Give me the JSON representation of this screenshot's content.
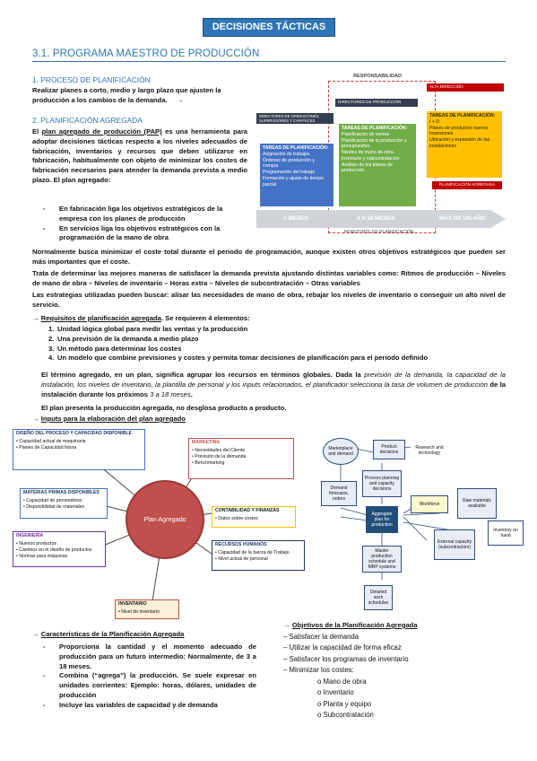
{
  "header": {
    "title": "DECISIONES TÁCTICAS",
    "section": "3.1. PROGRAMA MAESTRO DE PRODUCCIÓN"
  },
  "s1": {
    "heading": "1. PROCESO DE PLANIFICACIÓN",
    "text": "Realizar planes a corto, medio y largo plazo que ajusten la producción a los cambios de la demanda.",
    "arrow": "→"
  },
  "s2": {
    "heading": "2. PLANIFICACIÓN AGREGADA",
    "intro_a": "El ",
    "intro_u": "plan agregado de producción (PAP)",
    "intro_b": " es una herramienta para adoptar decisiones tácticas respecto a los niveles adecuados de fabricación, inventarios y recursos que deben utilizarse en fabricación, habitualmente con objeto de minimizar los costes de fabricación necesarios para atender la demanda prevista a medio plazo. El plan agregado:",
    "bullets": [
      "En fabricación liga los objetivos estratégicos de la empresa con los planes de producción",
      "En servicios liga los objetivos estratégicos con la programación de la mano de obra"
    ],
    "p1": "Normalmente busca minimizar el coste total durante el periodo de programación, aunque existen otros objetivos estratégicos que pueden ser más importantes que el coste.",
    "p2": "Trata de determinar las mejores maneras de satisfacer la demanda prevista ajustando distintas variables como: Ritmos de producción – Niveles de mano de obra – Niveles de inventario – Horas extra – Niveles de subcontratación – Otras variables",
    "p3": "Las estrategias utilizadas pueden buscar: alisar las necesidades de mano de obra, rebajar los niveles de inventario o conseguir un alto nivel de servicio.",
    "req_arrow": "→ ",
    "req_title": "Requisitos de planificación agregada",
    "req_rest": ". Se requieren 4 elementos:",
    "req_items": [
      "Unidad lógica global para medir las ventas y la producción",
      "Una previsión de la demanda a medio plazo",
      "Un método para determinar los costes",
      "Un modelo que combine previsiones y costes y permita tomar decisiones de planificación para el periodo definido"
    ],
    "p4_a": "El término agregado, en un plan, significa agrupar los recursos en términos globales. Dada la ",
    "p4_i1": "previsión de la demanda, la capacidad de la instalación, los niveles de inventario, la plantilla de personal y los inputs relacionados, el planificador selecciona la tasa de volumen de producción",
    "p4_b": " de la instalación durante los próximos ",
    "p4_i2": "3 a 18 meses",
    "p4_c": ".",
    "p5": "El plan presenta la producción agregada, no desglosa producto a producto.",
    "inputs_arrow": "→ ",
    "inputs_title": "Inputs para la elaboración del plan agregado"
  },
  "horizon": {
    "responsabilidad": "RESPONSABILIDAD",
    "alta_direccion": "ALTA DIRECCIÓN",
    "directores_produccion": "DIRECTORES DE PRODUCCIÓN",
    "directores_operaciones": "DIRECTORES DE OPERACIONES, SUPERVISORES Y CAPATACES",
    "corto_title": "TAREAS DE PLANIFICACIÓN:",
    "corto_items": [
      "Asignación de trabajos",
      "Órdenes de producción y compra",
      "Programación del trabajo",
      "Formación y ajuste de tiempo parcial"
    ],
    "medio_title": "TAREAS DE PLANIFICACIÓN:",
    "medio_items": [
      "Planificación de ventas",
      "Planificación de la producción y presupuestos",
      "Niveles de mano de obra, inventario y subcontratación",
      "Análisis de los planes de producción"
    ],
    "largo_title": "TAREAS DE PLANIFICACIÓN:",
    "largo_items": [
      "I + D",
      "Planes de productos nuevos",
      "Inversiones",
      "Ubicación y expansión de las instalaciones"
    ],
    "plan_agregado": "PLANIFICACIÓN AGREGADA",
    "bands": [
      "3 MESES",
      "3 A 18 MESES",
      "MÁS DE UN AÑO"
    ],
    "horizonte": "HORIZONTE DE PLANIFICACIÓN"
  },
  "inputs": {
    "center": "Plan Agregado",
    "diseno": {
      "title": "DISEÑO DEL PROCESO Y CAPACIDAD DISPONIBLE",
      "items": [
        "Capacidad actual de maquinaria",
        "Planes de Capacidad futura"
      ]
    },
    "marketing": {
      "title": "MARKETING",
      "items": [
        "Necesidades del Cliente",
        "Previsión de la demanda",
        "Benchmarking"
      ]
    },
    "materias": {
      "title": "MATERIAS PRIMAS DISPONIBLES",
      "items": [
        "Capacidad de proveedores",
        "Disponibilidad de materiales"
      ]
    },
    "contabilidad": {
      "title": "CONTABILIDAD Y FINANZAS",
      "items": [
        "Datos sobre costes"
      ]
    },
    "ingenieria": {
      "title": "INGENIERÍA",
      "items": [
        "Nuevos productos",
        "Cambios en el diseño de productos",
        "Normas para máquinas"
      ]
    },
    "rrhh": {
      "title": "RECURSOS HUMANOS",
      "items": [
        "Capacidad de la fuerza de Trabajo",
        "Nivel actual de personal"
      ]
    },
    "inventario": {
      "title": "INVENTARIO",
      "items": [
        "Nivel de inventario"
      ]
    }
  },
  "flow": {
    "marketplace": "Marketplace and demand",
    "product": "Product decisions",
    "research": "Research and technology",
    "process": "Process planning and capacity decisions",
    "demand": "Demand forecasts, orders",
    "workforce": "Workforce",
    "raw": "Raw materials available",
    "aggregate": "Aggregate plan for production",
    "external": "External capacity (subcontractors)",
    "inventory": "Inventory on hand",
    "master": "Master production schedule and MRP systems",
    "detailed": "Detailed work schedules"
  },
  "caract": {
    "arrow": "→ ",
    "title": "Características de la Planificación Agregada",
    "items": [
      "Proporciona la cantidad y el momento adecuado de producción para un futuro intermedio: Normalmente, de 3 a 18 meses.",
      "Combina (“agrega”) la producción. Se suele expresar en unidades corrientes: Ejemplo: horas, dólares, unidades de producción",
      "Incluye las variables de capacidad y de demanda"
    ]
  },
  "objetivos": {
    "arrow": "→ ",
    "title": "Objetivos de la Planificación Agregada",
    "items": [
      "Satisfacer la demanda",
      "Utilizar la capacidad de forma eficaz",
      "Satisfacer los programas de inventario",
      "Minimizar los costes:"
    ],
    "sub": [
      "Mano de obra",
      "Inventario",
      "Planta y equipo",
      "Subcontratación"
    ]
  },
  "colors": {
    "accent": "#2e75b6",
    "circle": "#c0504d",
    "green": "#70ad47",
    "orange": "#ffc000",
    "blue": "#4472c4",
    "red": "#c00000"
  }
}
